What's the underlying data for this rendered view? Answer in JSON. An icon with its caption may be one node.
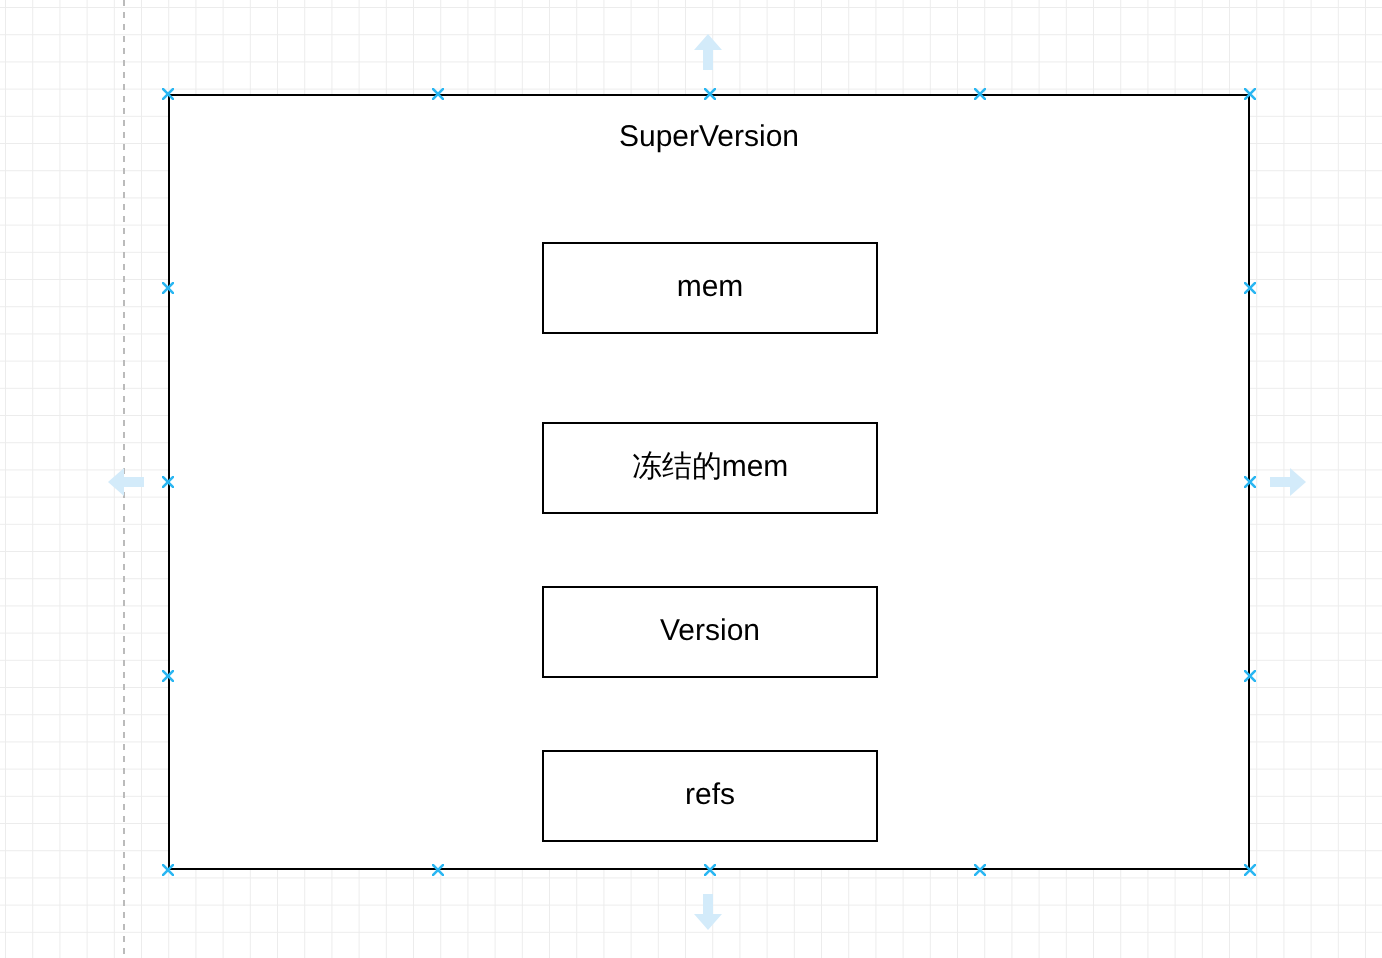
{
  "diagram": {
    "nodes": [
      {
        "text": [
          "SuperVersion"
        ]
      },
      {
        "text": [
          "mem"
        ],
        "in": 0
      },
      {
        "text": [
          "冻结的mem"
        ],
        "in": 0
      },
      {
        "text": [
          "Version"
        ],
        "in": 0
      },
      {
        "text": [
          "refs"
        ],
        "in": 0
      }
    ]
  }
}
